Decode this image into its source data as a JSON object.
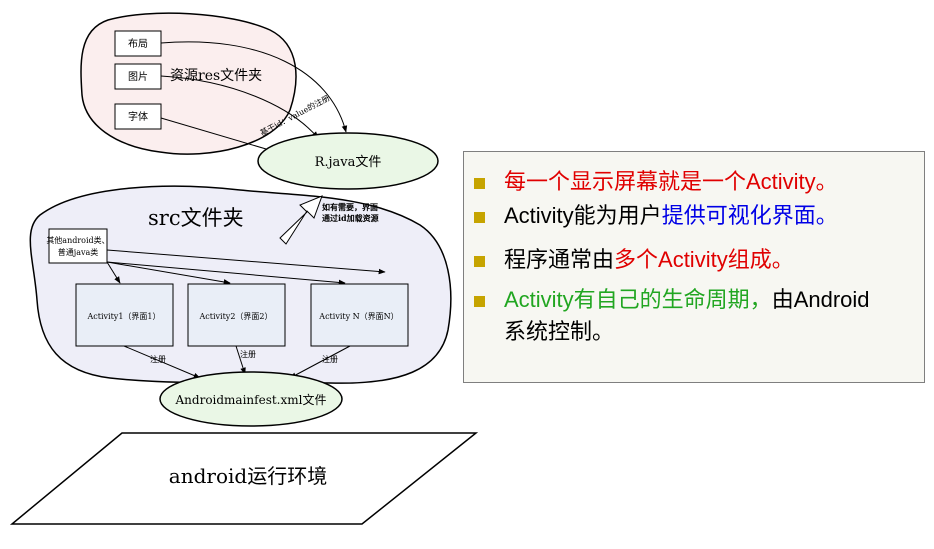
{
  "resources": {
    "cluster_label": "资源res文件夹",
    "items": [
      "布局",
      "图片",
      "字体"
    ],
    "r_java": "R.java文件",
    "edge_label": "基于id：value的注册",
    "arrow_note_line1": "如有需要，界面",
    "arrow_note_line2": "通过id加载资源"
  },
  "src": {
    "cluster_label": "src文件夹",
    "other_classes_line1": "其他android类、",
    "other_classes_line2": "普通java类",
    "activities": [
      "Activity1（界面1）",
      "Activity2（界面2）",
      "Activity N（界面N）"
    ],
    "register_label": "注册",
    "manifest": "Androidmainfest.xml文件"
  },
  "environment": {
    "label": "android运行环境"
  },
  "bullets": [
    {
      "parts": [
        {
          "text": "每一个显示屏幕就是一个Activity。",
          "color": "red"
        }
      ]
    },
    {
      "parts": [
        {
          "text": "Activity能为用户",
          "color": "black"
        },
        {
          "text": "提供可视化界面。",
          "color": "blue"
        }
      ]
    },
    {
      "parts": [
        {
          "text": "程序通常由",
          "color": "black"
        },
        {
          "text": "多个Activity组成。",
          "color": "red"
        }
      ]
    },
    {
      "parts": [
        {
          "text": "Activity有自己的生命周期，",
          "color": "green"
        },
        {
          "text": "由Android系统控制。",
          "color": "black"
        }
      ]
    }
  ]
}
